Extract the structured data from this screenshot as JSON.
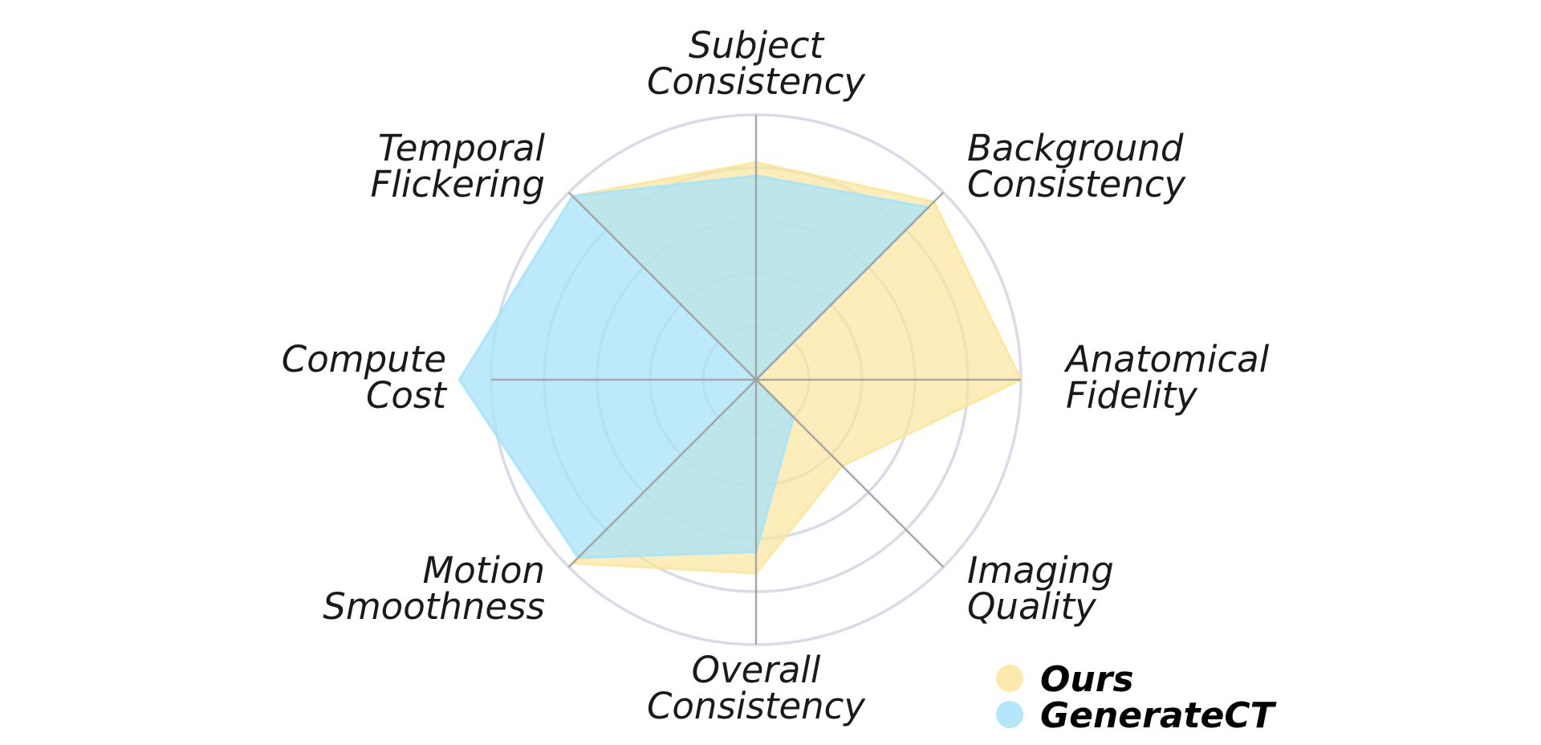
{
  "chart_data": {
    "type": "radar",
    "axes": [
      {
        "label": [
          "Subject",
          "Consistency"
        ]
      },
      {
        "label": [
          "Background",
          "Consistency"
        ]
      },
      {
        "label": [
          "Anatomical",
          "Fidelity"
        ]
      },
      {
        "label": [
          "Imaging",
          "Quality"
        ]
      },
      {
        "label": [
          "Overall",
          "Consistency"
        ]
      },
      {
        "label": [
          "Motion",
          "Smoothness"
        ]
      },
      {
        "label": [
          "Compute",
          "Cost"
        ]
      },
      {
        "label": [
          "Temporal",
          "Flickering"
        ]
      }
    ],
    "series": [
      {
        "name": "Ours",
        "color": "#fbe59c",
        "opacity": 0.7,
        "values": [
          0.82,
          0.95,
          1.0,
          0.46,
          0.73,
          0.98,
          0.0,
          0.98
        ]
      },
      {
        "name": "GenerateCT",
        "color": "#a7e3f8",
        "opacity": 0.75,
        "values": [
          0.77,
          0.92,
          0.0,
          0.2,
          0.65,
          0.95,
          1.12,
          0.98
        ]
      }
    ],
    "rings": 5,
    "range": [
      0,
      1
    ],
    "grid": true,
    "legend": "bottom-right"
  }
}
